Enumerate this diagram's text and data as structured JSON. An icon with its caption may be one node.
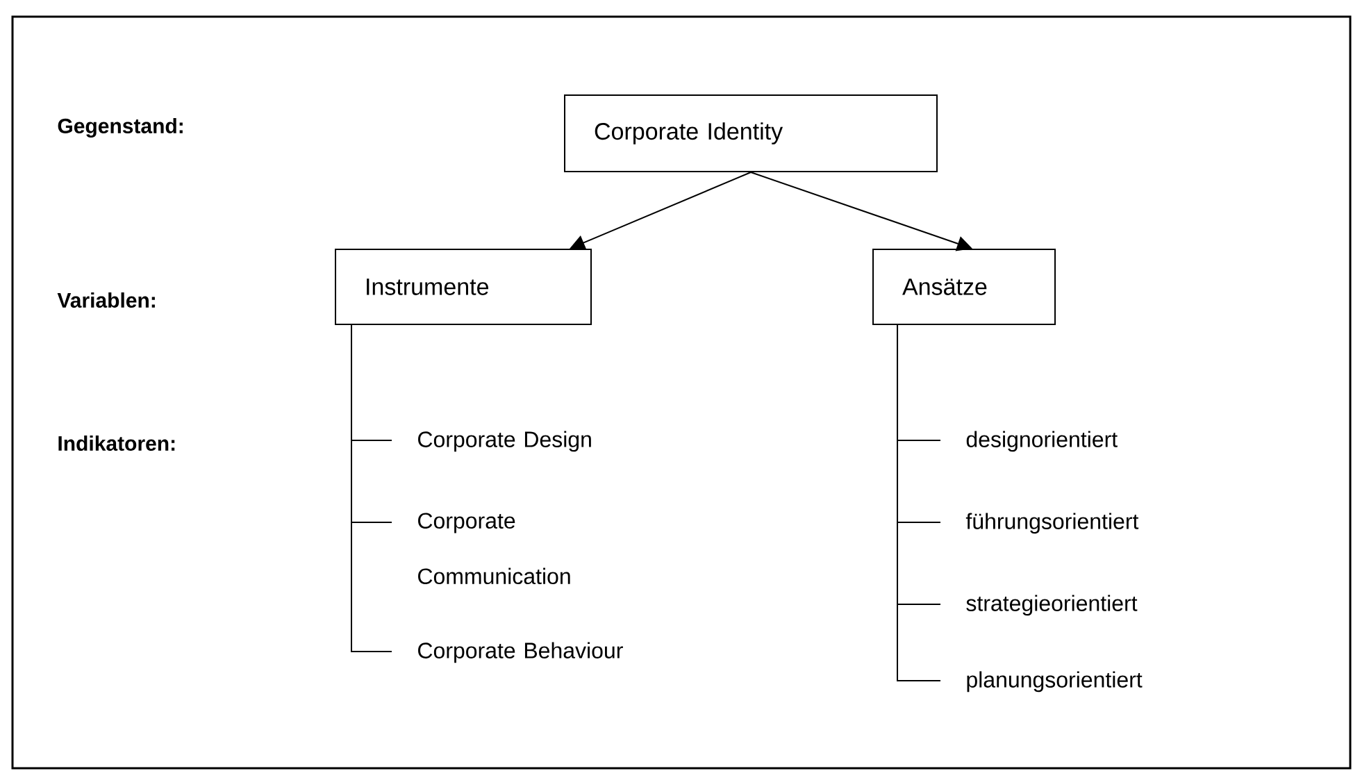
{
  "diagram": {
    "nodes": [
      {
        "text": [
          "Corporate Identity"
        ]
      },
      {
        "text": [
          "Instrumente"
        ]
      },
      {
        "text": [
          "Ansätze"
        ]
      },
      {
        "text": [
          "Corporate Design"
        ]
      },
      {
        "text": [
          "Corporate Communication"
        ]
      },
      {
        "text": [
          "Corporate Behaviour"
        ]
      },
      {
        "text": [
          "designorientiert"
        ]
      },
      {
        "text": [
          "führungsorientiert"
        ]
      },
      {
        "text": [
          "strategieorientiert"
        ]
      },
      {
        "text": [
          "planungsorientiert"
        ]
      }
    ],
    "edges": [
      {
        "from": 0,
        "to": 1,
        "arrow": "to"
      },
      {
        "from": 0,
        "to": 2,
        "arrow": "to"
      },
      {
        "from": 1,
        "to": 3,
        "arrow": "none"
      },
      {
        "from": 1,
        "to": 4,
        "arrow": "none"
      },
      {
        "from": 1,
        "to": 5,
        "arrow": "none"
      },
      {
        "from": 2,
        "to": 6,
        "arrow": "none"
      },
      {
        "from": 2,
        "to": 7,
        "arrow": "none"
      },
      {
        "from": 2,
        "to": 8,
        "arrow": "none"
      },
      {
        "from": 2,
        "to": 9,
        "arrow": "none"
      }
    ],
    "labels": [
      "Gegenstand:",
      "Variablen:",
      "Indikatoren:"
    ]
  }
}
